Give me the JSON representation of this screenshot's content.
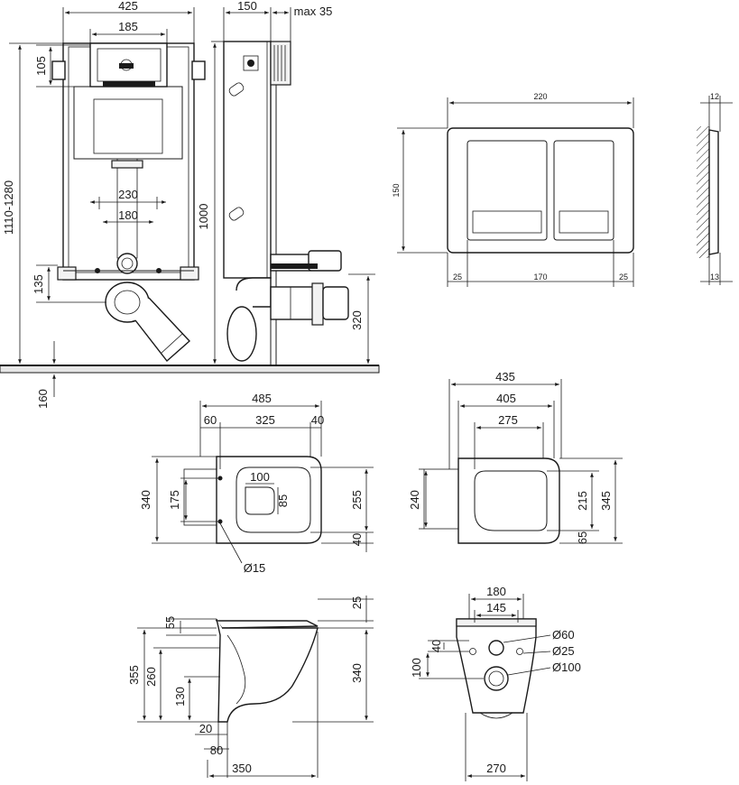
{
  "installation_frame_front": {
    "width": "425",
    "flush_opening": "185",
    "top_offset": "105",
    "total_height": "1110-1280",
    "pipe_spacing_outer": "230",
    "pipe_spacing_inner": "180",
    "bottom_offset": "135",
    "floor_depth": "160"
  },
  "installation_frame_side": {
    "depth": "150",
    "adjustment": "max 35",
    "height": "1000",
    "drain_height": "320"
  },
  "flush_plate_front": {
    "width": "220",
    "height": "150",
    "margin_left": "25",
    "button_span": "170",
    "margin_right": "25"
  },
  "flush_plate_side": {
    "thickness": "12",
    "depth": "13"
  },
  "toilet_top": {
    "overall": "485",
    "rear_offset": "60",
    "bowl_span": "325",
    "front_offset": "40",
    "width": "340",
    "bolt_spacing": "175",
    "opening_width": "100",
    "opening_depth": "85",
    "inner_width": "255",
    "front_margin": "40",
    "bolt_diameter": "Ø15"
  },
  "seat_top": {
    "overall": "435",
    "hinge_span": "405",
    "opening": "275",
    "width": "240",
    "inner": "215",
    "front": "65",
    "outer": "345"
  },
  "toilet_side": {
    "seat_thickness": "25",
    "top_rim": "55",
    "total_height": "355",
    "rim_height": "260",
    "drain_center": "130",
    "bottom_offset": "20",
    "base_offset": "80",
    "depth": "350",
    "front_height": "340"
  },
  "toilet_rear": {
    "bolt_span": "180",
    "inner_span": "145",
    "hole_large": "Ø60",
    "vertical_offset": "40",
    "hole_small": "Ø25",
    "base_offset": "100",
    "drain_hole": "Ø100",
    "width": "270"
  }
}
